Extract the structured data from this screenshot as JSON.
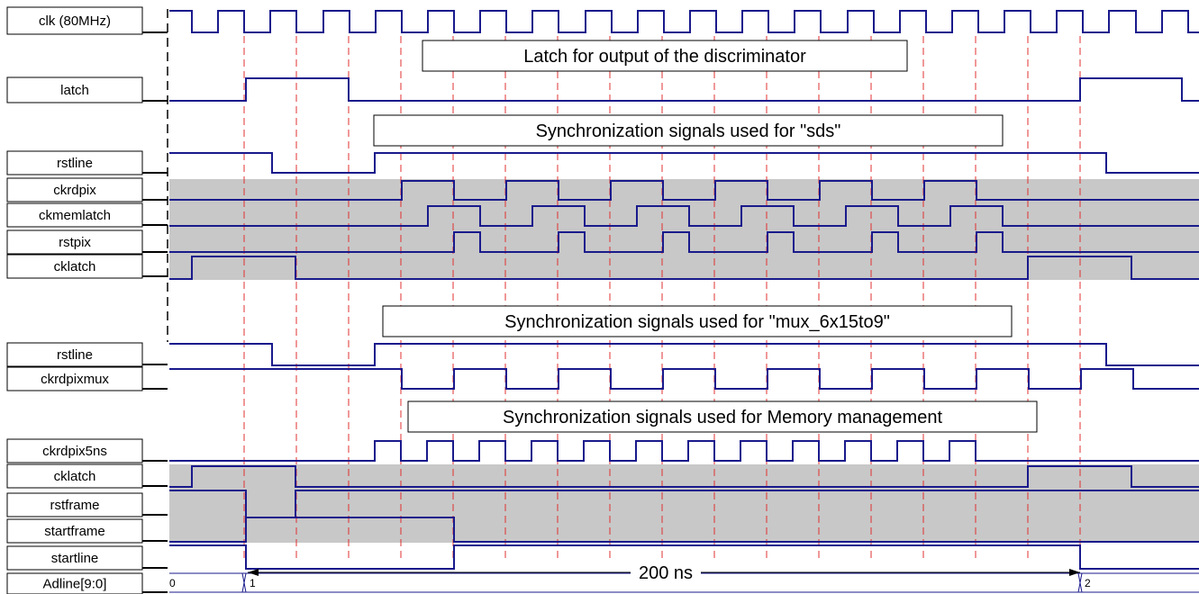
{
  "signals": [
    {
      "label": "clk (80MHz)"
    },
    {
      "label": "latch"
    },
    {
      "label": "rstline"
    },
    {
      "label": "ckrdpix"
    },
    {
      "label": "ckmemlatch"
    },
    {
      "label": "rstpix"
    },
    {
      "label": "cklatch"
    },
    {
      "label": "rstline"
    },
    {
      "label": "ckrdpixmux"
    },
    {
      "label": "ckrdpix5ns"
    },
    {
      "label": "cklatch"
    },
    {
      "label": "rstframe"
    },
    {
      "label": "startframe"
    },
    {
      "label": "startline"
    },
    {
      "label": "Adline[9:0]"
    }
  ],
  "banners": [
    {
      "text": "Latch for output of the discriminator"
    },
    {
      "text": "Synchronization signals used  for \"sds\""
    },
    {
      "text": "Synchronization signals used  for \"mux_6x15to9\""
    },
    {
      "text": "Synchronization signals used  for Memory management"
    }
  ],
  "measure": {
    "text": "200 ns"
  },
  "bus_values": [
    "0",
    "1",
    "2"
  ],
  "colors": {
    "wave": "#1a1a8c",
    "marker": "#e03030",
    "shade": "#c8c8c8"
  }
}
